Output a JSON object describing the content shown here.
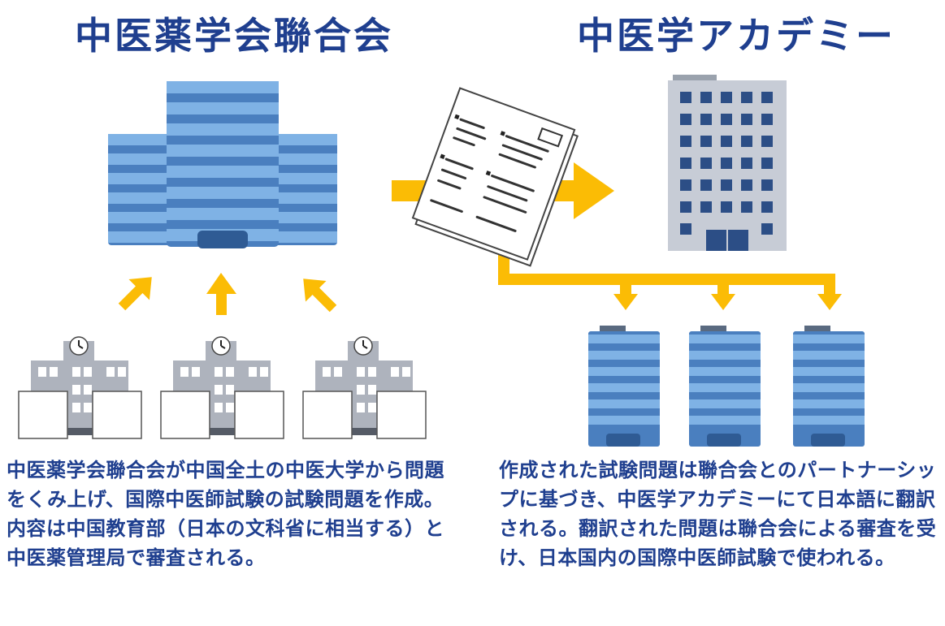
{
  "left": {
    "title": "中医薬学会聯合会",
    "description": "中医薬学会聯合会が中国全土の中医大学から問題をくみ上げ、国際中医師試験の試験問題を作成。内容は中国教育部（日本の文科省に相当する）と中医薬管理局で審査される。"
  },
  "right": {
    "title": "中医学アカデミー",
    "description": "作成された試験問題は聯合会とのパートナーシップに基づき、中医学アカデミーにて日本語に翻訳される。翻訳された問題は聯合会による審査を受け、日本国内の国際中医師試験で使われる。"
  },
  "colors": {
    "title_text": "#1f3f8f",
    "arrow": "#fbbc05",
    "building_stripe_light": "#7fb2e5",
    "building_stripe_dark": "#4a7fbf",
    "office_facade": "#c7ccd6",
    "office_window": "#2c4e86",
    "school_wall": "#aeb3bd"
  },
  "icons": [
    "federation-headquarters-icon",
    "academy-office-building-icon",
    "exam-document-icon",
    "university-school-icon",
    "japan-exam-venue-icon",
    "flow-arrow-icon"
  ]
}
